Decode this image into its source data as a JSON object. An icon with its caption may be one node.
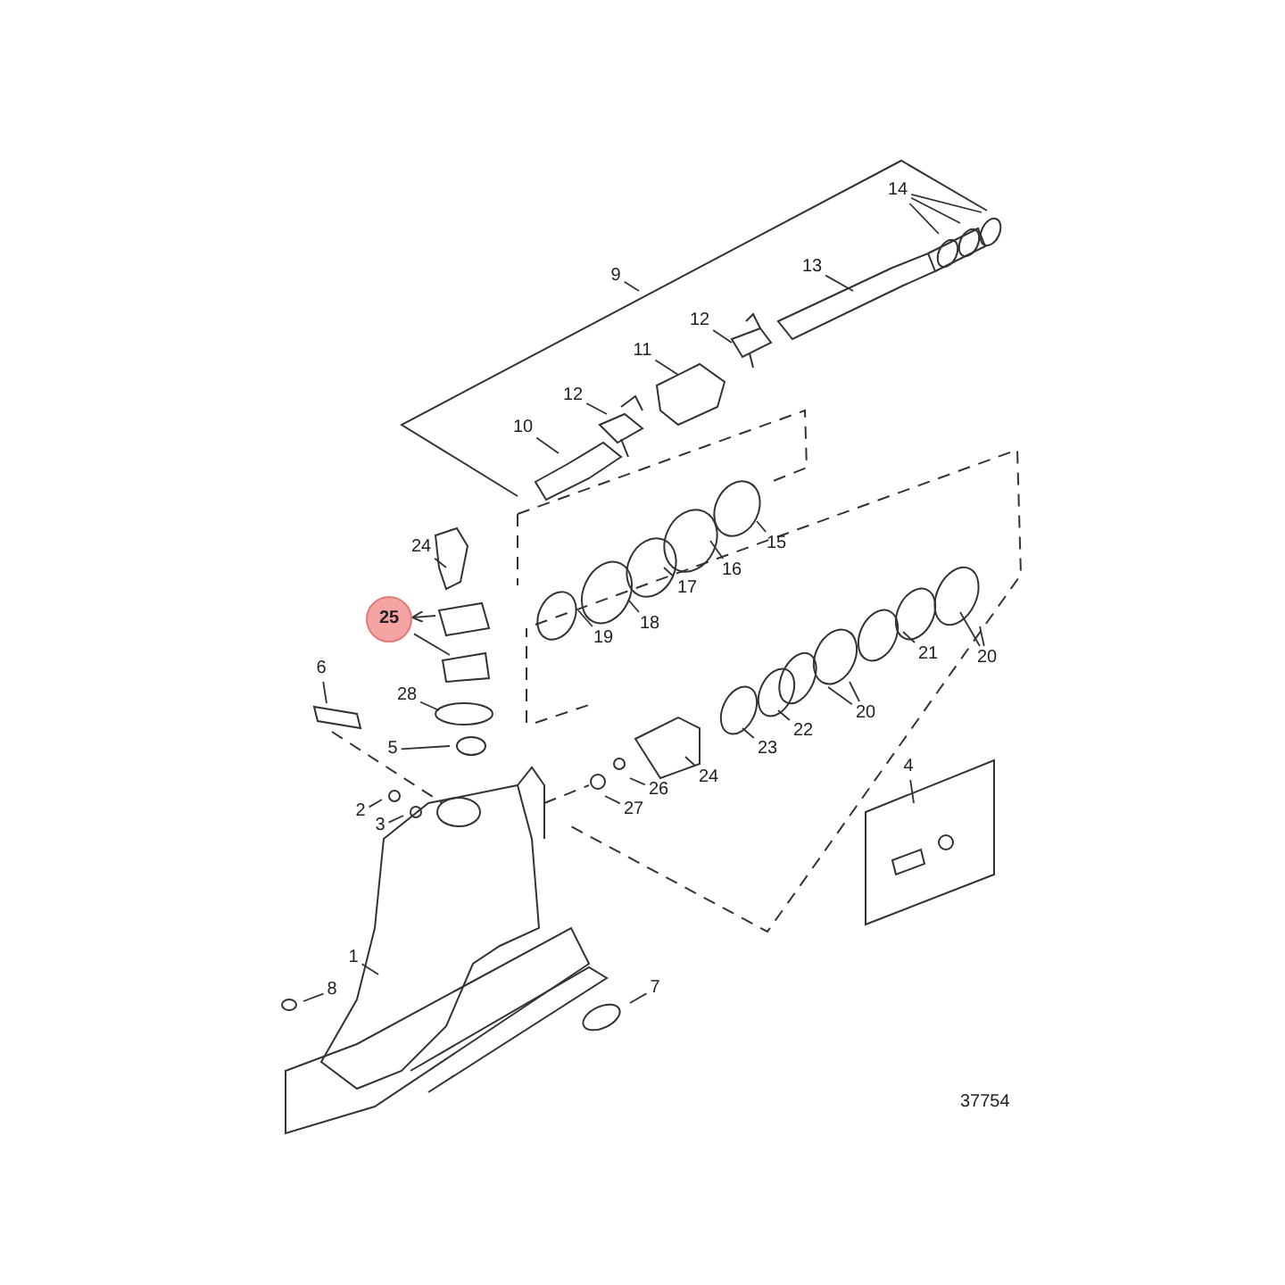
{
  "diagram": {
    "nodes": [
      {
        "text": [
          "14"
        ]
      },
      {
        "text": [
          "9"
        ]
      },
      {
        "text": [
          "13"
        ]
      },
      {
        "text": [
          "12"
        ]
      },
      {
        "text": [
          "11"
        ]
      },
      {
        "text": [
          "12"
        ]
      },
      {
        "text": [
          "10"
        ]
      },
      {
        "text": [
          "15"
        ]
      },
      {
        "text": [
          "24"
        ]
      },
      {
        "text": [
          "16"
        ]
      },
      {
        "text": [
          "17"
        ]
      },
      {
        "text": [
          "25"
        ]
      },
      {
        "text": [
          "18"
        ]
      },
      {
        "text": [
          "19"
        ]
      },
      {
        "text": [
          "21"
        ]
      },
      {
        "text": [
          "20"
        ]
      },
      {
        "text": [
          "6"
        ]
      },
      {
        "text": [
          "28"
        ]
      },
      {
        "text": [
          "20"
        ]
      },
      {
        "text": [
          "22"
        ]
      },
      {
        "text": [
          "5"
        ]
      },
      {
        "text": [
          "23"
        ]
      },
      {
        "text": [
          "4"
        ]
      },
      {
        "text": [
          "24"
        ]
      },
      {
        "text": [
          "26"
        ]
      },
      {
        "text": [
          "2"
        ]
      },
      {
        "text": [
          "27"
        ]
      },
      {
        "text": [
          "3"
        ]
      },
      {
        "text": [
          "1"
        ]
      },
      {
        "text": [
          "7"
        ]
      },
      {
        "text": [
          "8"
        ]
      }
    ],
    "edges": [
      {
        "from": 0,
        "to": null,
        "arrow": "none"
      },
      {
        "from": 0,
        "to": null,
        "arrow": "none"
      },
      {
        "from": 0,
        "to": null,
        "arrow": "none"
      },
      {
        "from": 1,
        "to": null,
        "arrow": "none"
      },
      {
        "from": 2,
        "to": null,
        "arrow": "none"
      },
      {
        "from": 3,
        "to": null,
        "arrow": "none"
      },
      {
        "from": 4,
        "to": null,
        "arrow": "none"
      },
      {
        "from": 5,
        "to": null,
        "arrow": "none"
      },
      {
        "from": 6,
        "to": null,
        "arrow": "none"
      },
      {
        "from": 7,
        "to": null,
        "arrow": "none"
      },
      {
        "from": 8,
        "to": null,
        "arrow": "none"
      },
      {
        "from": 9,
        "to": null,
        "arrow": "none"
      },
      {
        "from": 10,
        "to": null,
        "arrow": "none"
      },
      {
        "from": null,
        "to": 11,
        "arrow": "to"
      },
      {
        "from": 11,
        "to": null,
        "arrow": "none"
      },
      {
        "from": 12,
        "to": null,
        "arrow": "none"
      },
      {
        "from": 13,
        "to": null,
        "arrow": "none"
      },
      {
        "from": 14,
        "to": null,
        "arrow": "none"
      },
      {
        "from": 15,
        "to": null,
        "arrow": "none"
      },
      {
        "from": 15,
        "to": null,
        "arrow": "none"
      },
      {
        "from": 16,
        "to": null,
        "arrow": "none"
      },
      {
        "from": 17,
        "to": null,
        "arrow": "none"
      },
      {
        "from": 18,
        "to": null,
        "arrow": "none"
      },
      {
        "from": 18,
        "to": null,
        "arrow": "none"
      },
      {
        "from": 19,
        "to": null,
        "arrow": "none"
      },
      {
        "from": 20,
        "to": null,
        "arrow": "none"
      },
      {
        "from": 21,
        "to": null,
        "arrow": "none"
      },
      {
        "from": 22,
        "to": null,
        "arrow": "none"
      },
      {
        "from": 23,
        "to": null,
        "arrow": "none"
      },
      {
        "from": 24,
        "to": null,
        "arrow": "none"
      },
      {
        "from": 25,
        "to": null,
        "arrow": "none"
      },
      {
        "from": 26,
        "to": null,
        "arrow": "none"
      },
      {
        "from": 27,
        "to": null,
        "arrow": "none"
      },
      {
        "from": 28,
        "to": null,
        "arrow": "none"
      },
      {
        "from": 29,
        "to": null,
        "arrow": "none"
      },
      {
        "from": 30,
        "to": null,
        "arrow": "none"
      }
    ],
    "labels": [
      "37754"
    ]
  }
}
